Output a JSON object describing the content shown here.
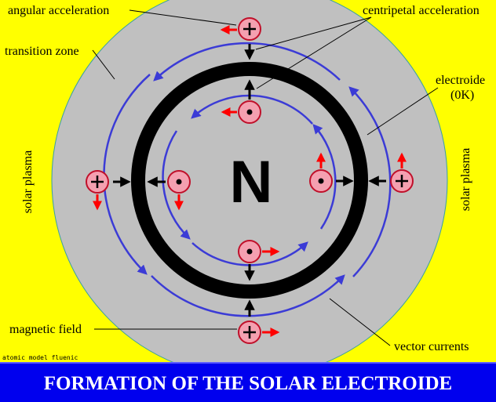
{
  "title": "FORMATION OF THE SOLAR ELECTROIDE",
  "center_letter": "N",
  "labels": {
    "angular_acceleration": "angular acceleration",
    "centripetal_acceleration": "centripetal acceleration",
    "transition_zone": "transition zone",
    "electroide_line1": "electroide",
    "electroide_line2": "(0K)",
    "solar_plasma_left": "solar plasma",
    "solar_plasma_right": "solar plasma",
    "magnetic_field": "magnetic field",
    "vector_currents": "vector currents",
    "watermark": "atomic model fluenic"
  },
  "colors": {
    "background": "#ffff00",
    "transition_zone": "#c0c0c0",
    "electroide_ring": "#000000",
    "vector_currents": "#3b3bd6",
    "charge_fill": "#f4a0b0",
    "charge_border": "#c0102a",
    "acceleration_arrow": "#ff0000",
    "title_bar": "#0000ee",
    "title_text": "#ffffff"
  },
  "icons": {
    "outer_charge": "plus-charge-icon",
    "inner_charge": "dot-charge-icon"
  }
}
